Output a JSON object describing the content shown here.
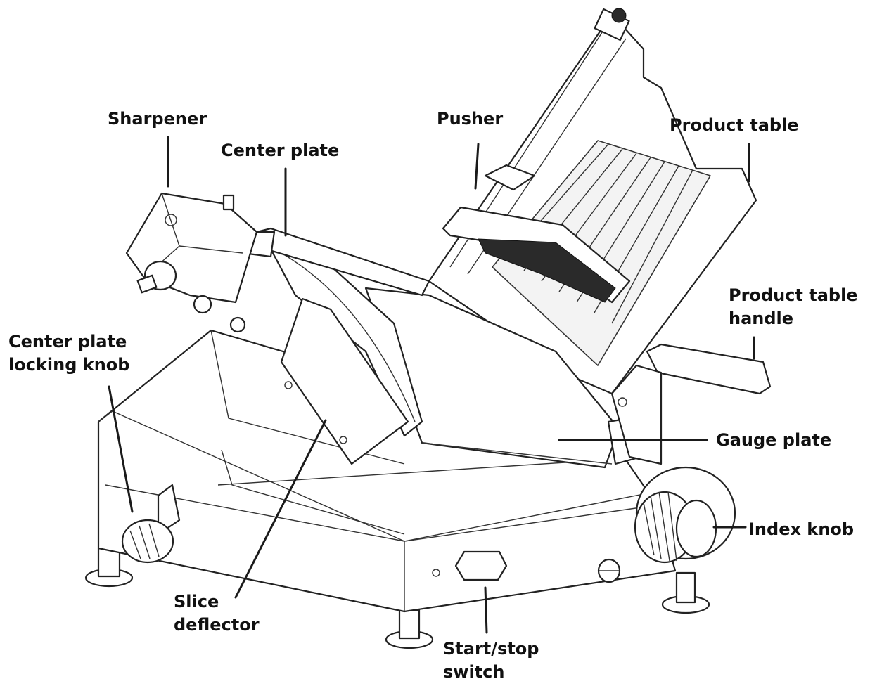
{
  "diagram": {
    "labels": {
      "sharpener": "Sharpener",
      "center_plate": "Center plate",
      "pusher": "Pusher",
      "product_table": "Product table",
      "product_table_handle": [
        "Product table",
        "handle"
      ],
      "center_plate_locking_knob": [
        "Center plate",
        "locking knob"
      ],
      "gauge_plate": "Gauge plate",
      "index_knob": "Index knob",
      "slice_deflector": [
        "Slice",
        "deflector"
      ],
      "start_stop_switch": [
        "Start/stop",
        "switch"
      ]
    },
    "colors": {
      "ink": "#111111",
      "line": "#1a1a1a",
      "background": "#ffffff"
    }
  }
}
